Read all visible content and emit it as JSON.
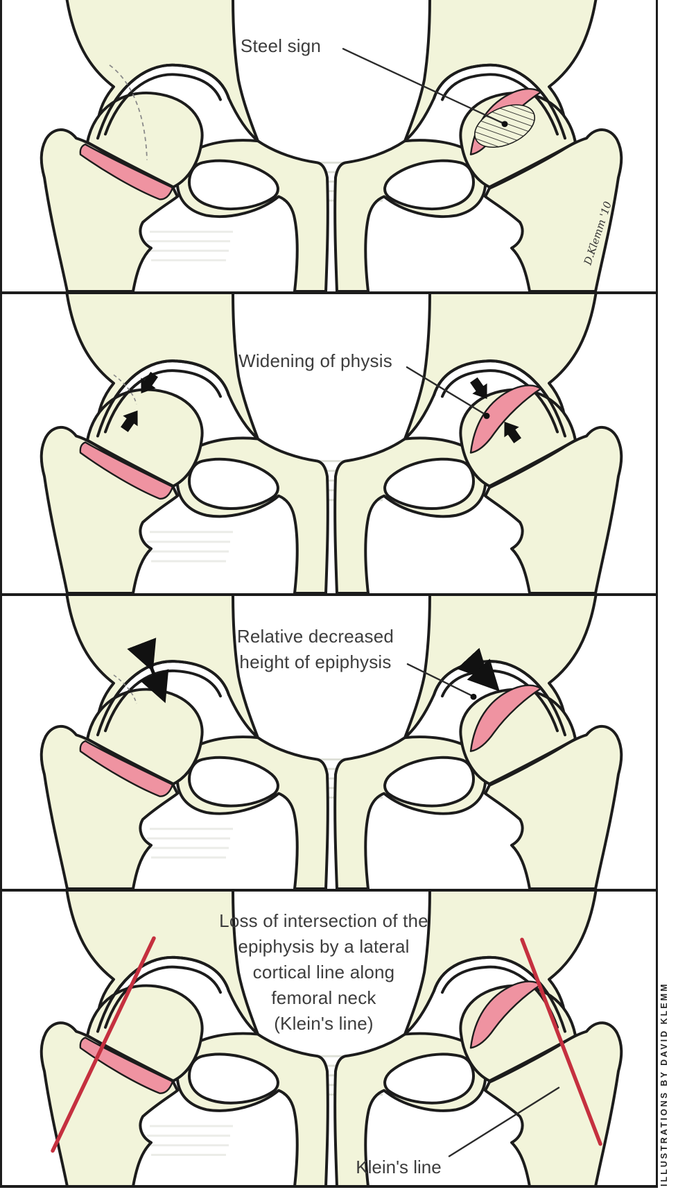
{
  "figure": {
    "signature": "D.Klemm '10",
    "credit": "ILLUSTRATIONS BY DAVID KLEMM"
  },
  "colors": {
    "background": "#ffffff",
    "bone_fill": "#f2f4da",
    "outline": "#1c1c1c",
    "physis_pink": "#ef93a1",
    "kleins_line_red": "#c5303f",
    "label_text": "#3d3d3d"
  },
  "panels": [
    {
      "id": "steel-sign",
      "label": "Steel sign",
      "annotations": [
        "hatched-crescent-on-right-hip",
        "pointer-dot",
        "dashed-epiphysis-outline-on-left-hip"
      ]
    },
    {
      "id": "widening-of-physis",
      "label": "Widening of physis",
      "annotations": [
        "solid-arrows-at-physis-both-hips",
        "pointer-dot-on-right-physis"
      ]
    },
    {
      "id": "decreased-epiphysis-height",
      "label": "Relative decreased\nheight of epiphysis",
      "annotations": [
        "double-headed-arrows-in-epiphysis",
        "pointer-dot-on-right-epiphysis"
      ]
    },
    {
      "id": "kleins-line",
      "label": "Loss of intersection of the\nepiphysis by a lateral\ncortical line along\nfemoral neck\n(Klein's line)",
      "caption": "Klein's line",
      "annotations": [
        "red-kleins-line-left-hip",
        "red-kleins-line-right-hip",
        "leader-to-right-line"
      ]
    }
  ]
}
